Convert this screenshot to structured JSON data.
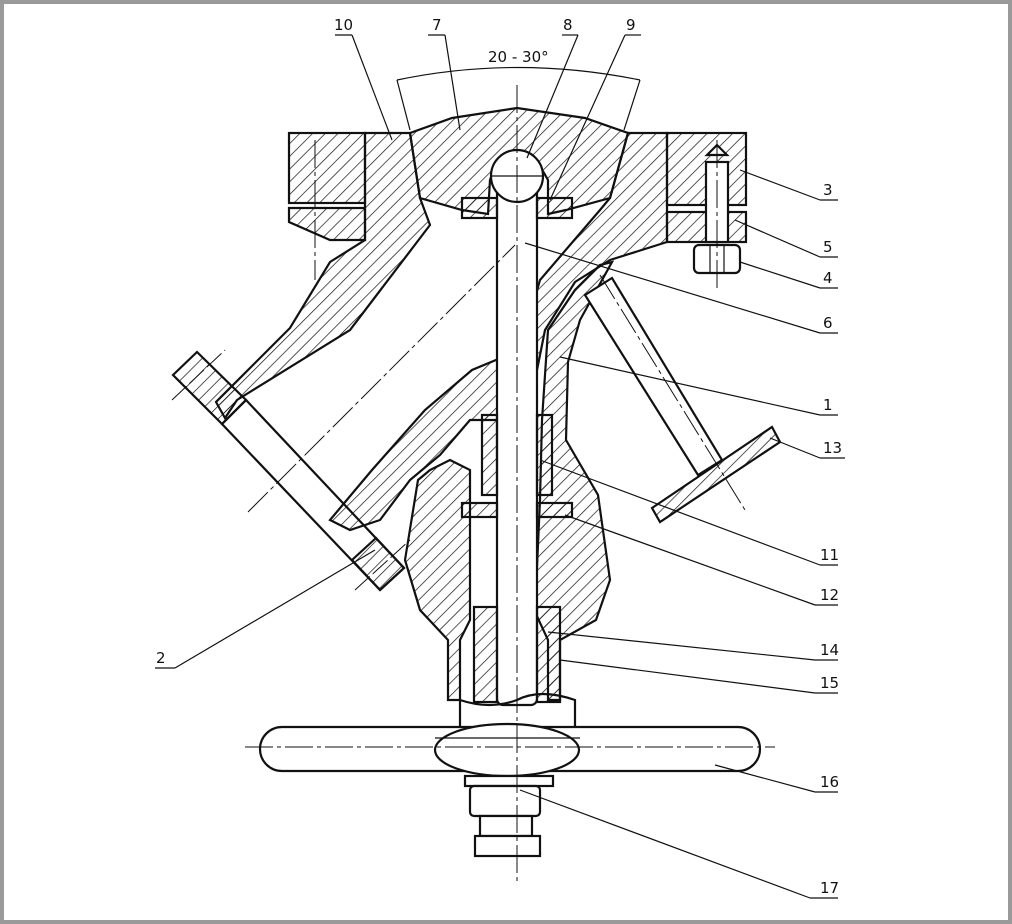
{
  "figure": {
    "angle_label": "20 - 30°",
    "callouts": [
      {
        "id": "callout-10",
        "text": "10"
      },
      {
        "id": "callout-7",
        "text": "7"
      },
      {
        "id": "callout-8",
        "text": "8"
      },
      {
        "id": "callout-9",
        "text": "9"
      },
      {
        "id": "callout-3",
        "text": "3"
      },
      {
        "id": "callout-5",
        "text": "5"
      },
      {
        "id": "callout-4",
        "text": "4"
      },
      {
        "id": "callout-6",
        "text": "6"
      },
      {
        "id": "callout-1",
        "text": "1"
      },
      {
        "id": "callout-13",
        "text": "13"
      },
      {
        "id": "callout-11",
        "text": "11"
      },
      {
        "id": "callout-12",
        "text": "12"
      },
      {
        "id": "callout-2",
        "text": "2"
      },
      {
        "id": "callout-14",
        "text": "14"
      },
      {
        "id": "callout-15",
        "text": "15"
      },
      {
        "id": "callout-16",
        "text": "16"
      },
      {
        "id": "callout-17",
        "text": "17"
      }
    ]
  }
}
